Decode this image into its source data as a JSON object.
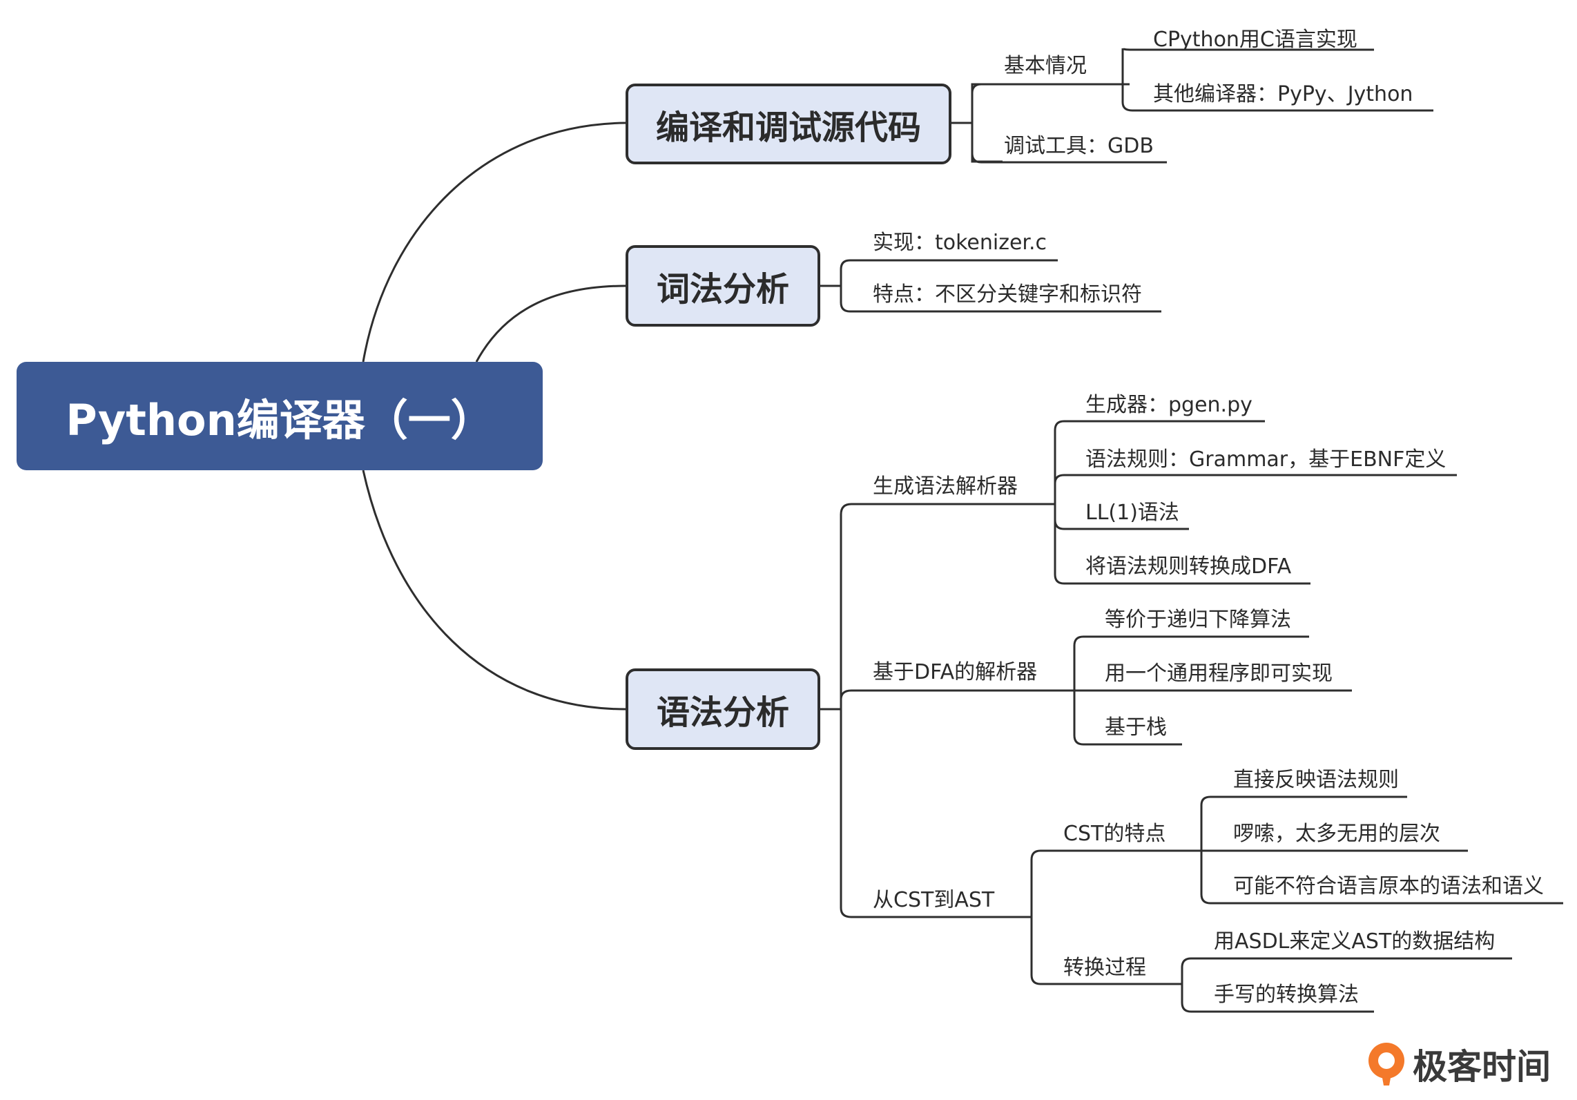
{
  "root": "Python编译器（一）",
  "branches": {
    "compile": {
      "title": "编译和调试源代码",
      "basic": "基本情况",
      "basic_items": [
        "CPython用C语言实现",
        "其他编译器：PyPy、Jython"
      ],
      "debug": "调试工具：GDB"
    },
    "lexer": {
      "title": "词法分析",
      "items": [
        "实现：tokenizer.c",
        "特点：不区分关键字和标识符"
      ]
    },
    "parser": {
      "title": "语法分析",
      "gen": "生成语法解析器",
      "gen_items": [
        "生成器：pgen.py",
        "语法规则：Grammar，基于EBNF定义",
        "LL(1)语法",
        "将语法规则转换成DFA"
      ],
      "dfa": "基于DFA的解析器",
      "dfa_items": [
        "等价于递归下降算法",
        "用一个通用程序即可实现",
        "基于栈"
      ],
      "cst": "从CST到AST",
      "cst_feat": "CST的特点",
      "cst_feat_items": [
        "直接反映语法规则",
        "啰嗦，太多无用的层次",
        "可能不符合语言原本的语法和语义"
      ],
      "convert": "转换过程",
      "convert_items": [
        "用ASDL来定义AST的数据结构",
        "手写的转换算法"
      ]
    }
  },
  "logo": {
    "text": "极客时间",
    "icon": "geektime-logo-icon"
  },
  "colors": {
    "root_fill": "#3d5a95",
    "main_fill": "#dfe6f5",
    "line": "#2e2e2e",
    "logo_orange": "#f4792a"
  }
}
